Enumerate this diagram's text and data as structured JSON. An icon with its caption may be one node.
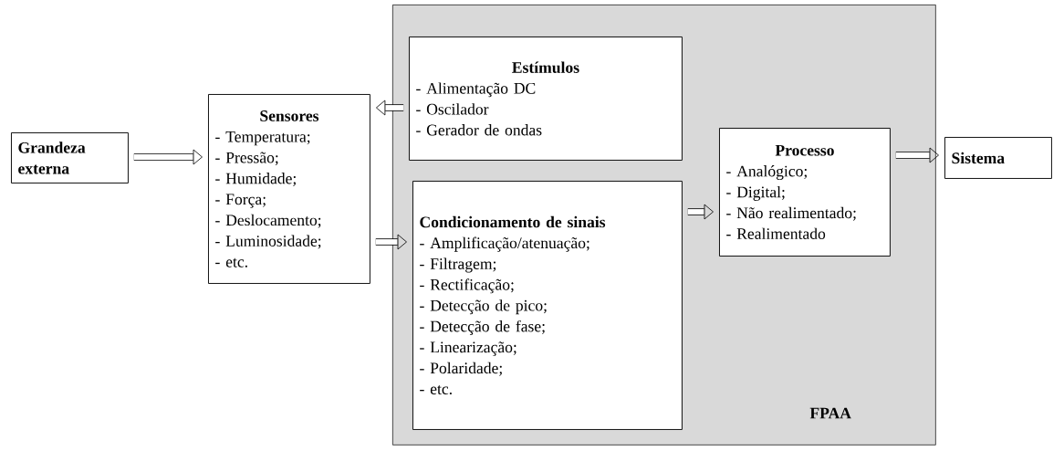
{
  "diagram": {
    "nodes": [
      {
        "text": [
          "Grandeza externa"
        ]
      },
      {
        "text": [
          "Sensores",
          "- Temperatura;",
          "- Pressão;",
          "- Humidade;",
          "- Força;",
          "- Deslocamento;",
          "- Luminosidade;",
          "- etc."
        ]
      },
      {
        "text": [
          "FPAA"
        ]
      },
      {
        "text": [
          "Estímulos",
          "- Alimentação DC",
          "- Oscilador",
          "- Gerador de ondas"
        ],
        "in": 2
      },
      {
        "text": [
          "Condicionamento de sinais",
          "- Amplificação/atenuação;",
          "- Filtragem;",
          "- Rectificação;",
          "- Detecção de pico;",
          "- Detecção de fase;",
          "- Linearização;",
          "- Polaridade;",
          "- etc."
        ],
        "in": 2
      },
      {
        "text": [
          "Processo",
          "- Analógico;",
          "- Digital;",
          "- Não realimentado;",
          "- Realimentado"
        ],
        "in": 2
      },
      {
        "text": [
          "Sistema"
        ]
      }
    ],
    "edges": [
      {
        "from": 0,
        "to": 1,
        "arrow": "to"
      },
      {
        "from": 3,
        "to": 1,
        "arrow": "to"
      },
      {
        "from": 1,
        "to": 4,
        "arrow": "to"
      },
      {
        "from": 4,
        "to": 5,
        "arrow": "to"
      },
      {
        "from": 5,
        "to": 6,
        "arrow": "to"
      }
    ]
  }
}
